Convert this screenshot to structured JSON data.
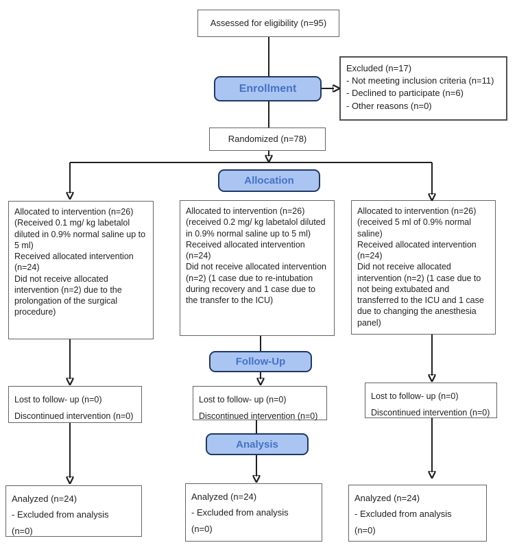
{
  "colors": {
    "stage_fill": "#abc5f3",
    "stage_border": "#1f3864",
    "stage_text": "#4472c4",
    "line": "#1f1f1f"
  },
  "flow": {
    "assessed": "Assessed for eligibility (n=95)",
    "randomized": "Randomized (n=78)",
    "stages": {
      "enrollment": "Enrollment",
      "allocation": "Allocation",
      "followup": "Follow-Up",
      "analysis": "Analysis"
    },
    "excluded": [
      "Excluded (n=17)",
      "- Not meeting inclusion criteria (n=11)",
      "- Declined to participate (n=6)",
      "- Other reasons (n=0)"
    ],
    "arms": [
      {
        "allocation": [
          "Allocated to intervention (n=26)",
          "(Received 0.1 mg/ kg labetalol diluted in 0.9% normal saline up to 5 ml)",
          "Received allocated intervention (n=24)",
          "Did not receive allocated intervention (n=2) due to the prolongation of the surgical procedure)"
        ],
        "followup": [
          "Lost to follow- up (n=0)",
          "Discontinued intervention (n=0)"
        ],
        "analysis": [
          "Analyzed (n=24)",
          "- Excluded from analysis",
          "(n=0)"
        ]
      },
      {
        "allocation": [
          "Allocated to intervention (n=26)",
          "(received 0.2 mg/ kg labetalol diluted in 0.9% normal saline up to 5 ml)",
          "Received allocated intervention (n=24)",
          "Did not receive allocated intervention (n=2) (1 case due to re-intubation during recovery and 1 case due to the transfer to the ICU)"
        ],
        "followup": [
          "Lost to follow- up (n=0)",
          "Discontinued intervention (n=0)"
        ],
        "analysis": [
          "Analyzed (n=24)",
          "- Excluded from analysis",
          "(n=0)"
        ]
      },
      {
        "allocation": [
          "Allocated to intervention (n=26)",
          "(received 5 ml of 0.9% normal saline)",
          "Received allocated intervention (n=24)",
          "Did not receive allocated intervention (n=2) (1 case due to not being extubated and transferred to the ICU and 1 case due to changing the anesthesia panel)"
        ],
        "followup": [
          "Lost to follow- up (n=0)",
          "Discontinued intervention (n=0)"
        ],
        "analysis": [
          "Analyzed (n=24)",
          "- Excluded from analysis",
          "(n=0)"
        ]
      }
    ]
  }
}
